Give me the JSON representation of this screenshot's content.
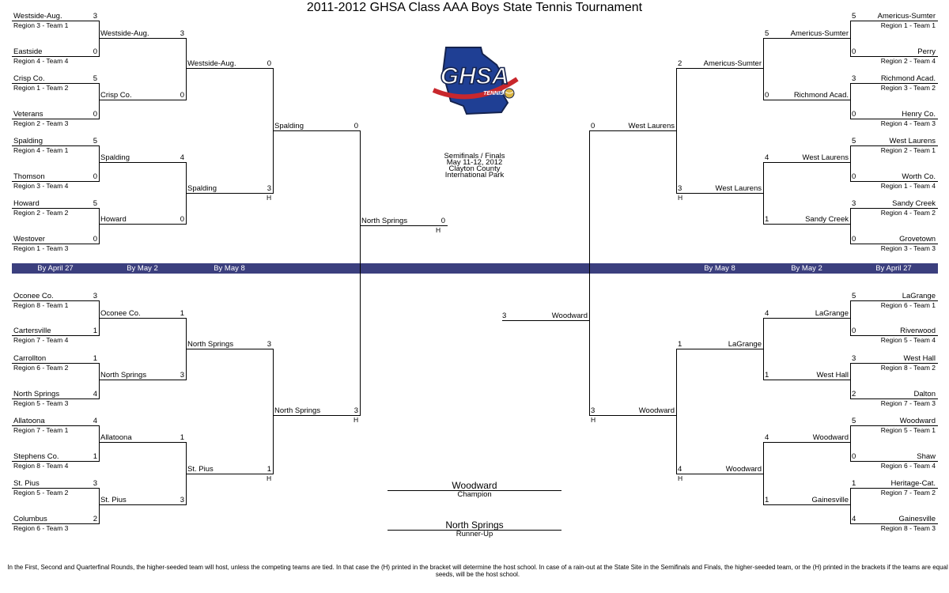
{
  "title": "2011-2012 GHSA Class AAA Boys State Tennis Tournament",
  "logo": {
    "text": "GHSA",
    "subtext": "TENNIS",
    "icon": "georgia-state-tennis-logo",
    "colors": {
      "blue": "#1f3f94",
      "red": "#c8272d",
      "gold": "#d9b441",
      "navy": "#15234e"
    }
  },
  "info": [
    "Semifinals / Finals",
    "May 11-12, 2012",
    "Clayton County",
    "International Park"
  ],
  "band": {
    "color": "#3b3f7e",
    "left": [
      "By April 27",
      "By May 2",
      "By May 8"
    ],
    "right": [
      "By May 8",
      "By May 2",
      "By April 27"
    ]
  },
  "host_mark": "H",
  "round1": {
    "top_left": [
      {
        "team": "Westside-Aug.",
        "seed": "Region 3 - Team 1",
        "score": "3"
      },
      {
        "team": "Eastside",
        "seed": "Region 4 - Team 4",
        "score": "0"
      },
      {
        "team": "Crisp Co.",
        "seed": "Region 1 - Team 2",
        "score": "5"
      },
      {
        "team": "Veterans",
        "seed": "Region 2 - Team 3",
        "score": "0"
      },
      {
        "team": "Spalding",
        "seed": "Region 4 - Team 1",
        "score": "5"
      },
      {
        "team": "Thomson",
        "seed": "Region 3 - Team 4",
        "score": "0"
      },
      {
        "team": "Howard",
        "seed": "Region 2 - Team 2",
        "score": "5"
      },
      {
        "team": "Westover",
        "seed": "Region 1 - Team 3",
        "score": "0"
      }
    ],
    "bottom_left": [
      {
        "team": "Oconee Co.",
        "seed": "Region 8 - Team 1",
        "score": "3"
      },
      {
        "team": "Cartersville",
        "seed": "Region 7 - Team 4",
        "score": "1"
      },
      {
        "team": "Carrollton",
        "seed": "Region 6 - Team 2",
        "score": "1"
      },
      {
        "team": "North Springs",
        "seed": "Region 5 - Team 3",
        "score": "4"
      },
      {
        "team": "Allatoona",
        "seed": "Region 7 - Team 1",
        "score": "4"
      },
      {
        "team": "Stephens Co.",
        "seed": "Region 8 - Team 4",
        "score": "1"
      },
      {
        "team": "St. Pius",
        "seed": "Region 5 - Team 2",
        "score": "3"
      },
      {
        "team": "Columbus",
        "seed": "Region 6 - Team 3",
        "score": "2"
      }
    ],
    "top_right": [
      {
        "team": "Americus-Sumter",
        "seed": "Region 1 - Team 1",
        "score": "5"
      },
      {
        "team": "Perry",
        "seed": "Region 2 - Team 4",
        "score": "0"
      },
      {
        "team": "Richmond Acad.",
        "seed": "Region 3 - Team 2",
        "score": "3"
      },
      {
        "team": "Henry Co.",
        "seed": "Region 4 - Team 3",
        "score": "0"
      },
      {
        "team": "West Laurens",
        "seed": "Region 2 - Team 1",
        "score": "5"
      },
      {
        "team": "Worth Co.",
        "seed": "Region 1 - Team 4",
        "score": "0"
      },
      {
        "team": "Sandy Creek",
        "seed": "Region 4 - Team 2",
        "score": "3"
      },
      {
        "team": "Grovetown",
        "seed": "Region 3 - Team 3",
        "score": "0"
      }
    ],
    "bottom_right": [
      {
        "team": "LaGrange",
        "seed": "Region 6 - Team 1",
        "score": "5"
      },
      {
        "team": "Riverwood",
        "seed": "Region 5 - Team 4",
        "score": "0"
      },
      {
        "team": "West Hall",
        "seed": "Region 8 - Team 2",
        "score": "3"
      },
      {
        "team": "Dalton",
        "seed": "Region 7 - Team 3",
        "score": "2"
      },
      {
        "team": "Woodward",
        "seed": "Region 5 - Team 1",
        "score": "5"
      },
      {
        "team": "Shaw",
        "seed": "Region 6 - Team 4",
        "score": "0"
      },
      {
        "team": "Heritage-Cat.",
        "seed": "Region 7 - Team 2",
        "score": "1"
      },
      {
        "team": "Gainesville",
        "seed": "Region 8 - Team 3",
        "score": "4"
      }
    ]
  },
  "round2": {
    "top_left": [
      {
        "team": "Westside-Aug.",
        "score": "3"
      },
      {
        "team": "Crisp Co.",
        "score": "0"
      },
      {
        "team": "Spalding",
        "score": "4"
      },
      {
        "team": "Howard",
        "score": "0"
      }
    ],
    "bottom_left": [
      {
        "team": "Oconee Co.",
        "score": "1"
      },
      {
        "team": "North Springs",
        "score": "3"
      },
      {
        "team": "Allatoona",
        "score": "1"
      },
      {
        "team": "St. Pius",
        "score": "3"
      }
    ],
    "top_right": [
      {
        "team": "Americus-Sumter",
        "score": "5"
      },
      {
        "team": "Richmond Acad.",
        "score": "0"
      },
      {
        "team": "West Laurens",
        "score": "4"
      },
      {
        "team": "Sandy Creek",
        "score": "1"
      }
    ],
    "bottom_right": [
      {
        "team": "LaGrange",
        "score": "4"
      },
      {
        "team": "West Hall",
        "score": "1"
      },
      {
        "team": "Woodward",
        "score": "4"
      },
      {
        "team": "Gainesville",
        "score": "1"
      }
    ]
  },
  "quarters": {
    "top_left": [
      {
        "team": "Westside-Aug.",
        "score": "0"
      },
      {
        "team": "Spalding",
        "score": "3"
      }
    ],
    "bottom_left": [
      {
        "team": "North Springs",
        "score": "3"
      },
      {
        "team": "St. Pius",
        "score": "1"
      }
    ],
    "top_right": [
      {
        "team": "Americus-Sumter",
        "score": "2"
      },
      {
        "team": "West Laurens",
        "score": "3"
      }
    ],
    "bottom_right": [
      {
        "team": "LaGrange",
        "score": "1"
      },
      {
        "team": "Woodward",
        "score": "4"
      }
    ]
  },
  "semis": {
    "top_left": {
      "team": "Spalding",
      "score": "0"
    },
    "bottom_left": {
      "team": "North Springs",
      "score": "3"
    },
    "top_right": {
      "team": "West Laurens",
      "score": "0"
    },
    "bottom_right": {
      "team": "Woodward",
      "score": "3"
    }
  },
  "finals": {
    "left": {
      "team": "North Springs",
      "score": "0"
    },
    "right": {
      "team": "Woodward",
      "score": "3"
    }
  },
  "champion": {
    "team": "Woodward",
    "label": "Champion"
  },
  "runner_up": {
    "team": "North Springs",
    "label": "Runner-Up"
  },
  "footer": "In the First, Second and Quarterfinal Rounds, the higher-seeded team will host, unless the competing teams are tied.  In that case the (H) printed in the bracket will determine the host school.  In case of a rain-out at the State Site in the Semifinals and Finals, the higher-seeded team, or the (H) printed in the brackets if the teams are equal seeds, will be the host school."
}
